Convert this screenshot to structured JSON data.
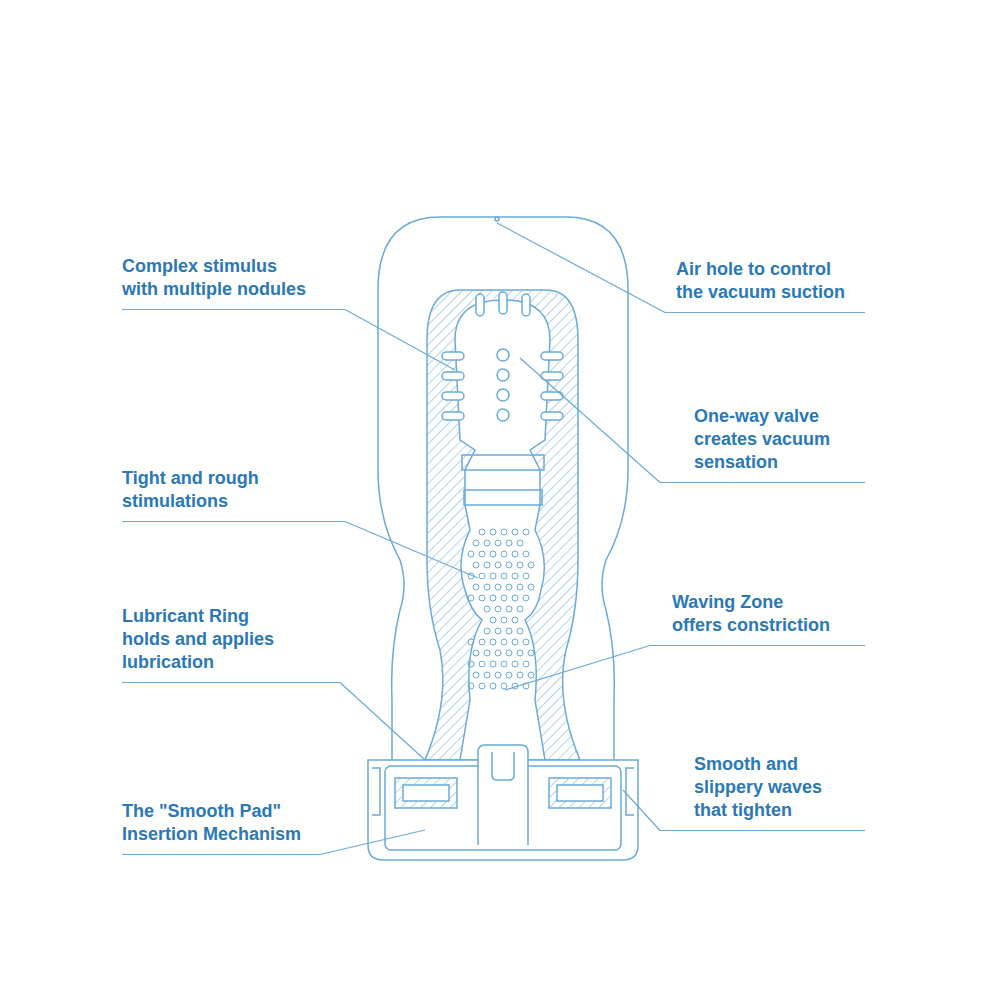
{
  "diagram": {
    "labels": [
      "Complex stimulus with multiple nodules",
      "Air hole to control the vacuum suction",
      "One-way valve creates vacuum sensation",
      "Tight and rough stimulations",
      "Lubricant Ring holds and applies lubrication",
      "Waving Zone offers constriction",
      "The \"Smooth Pad\" Insertion Mechanism",
      "Smooth and slippery waves that tighten"
    ]
  }
}
